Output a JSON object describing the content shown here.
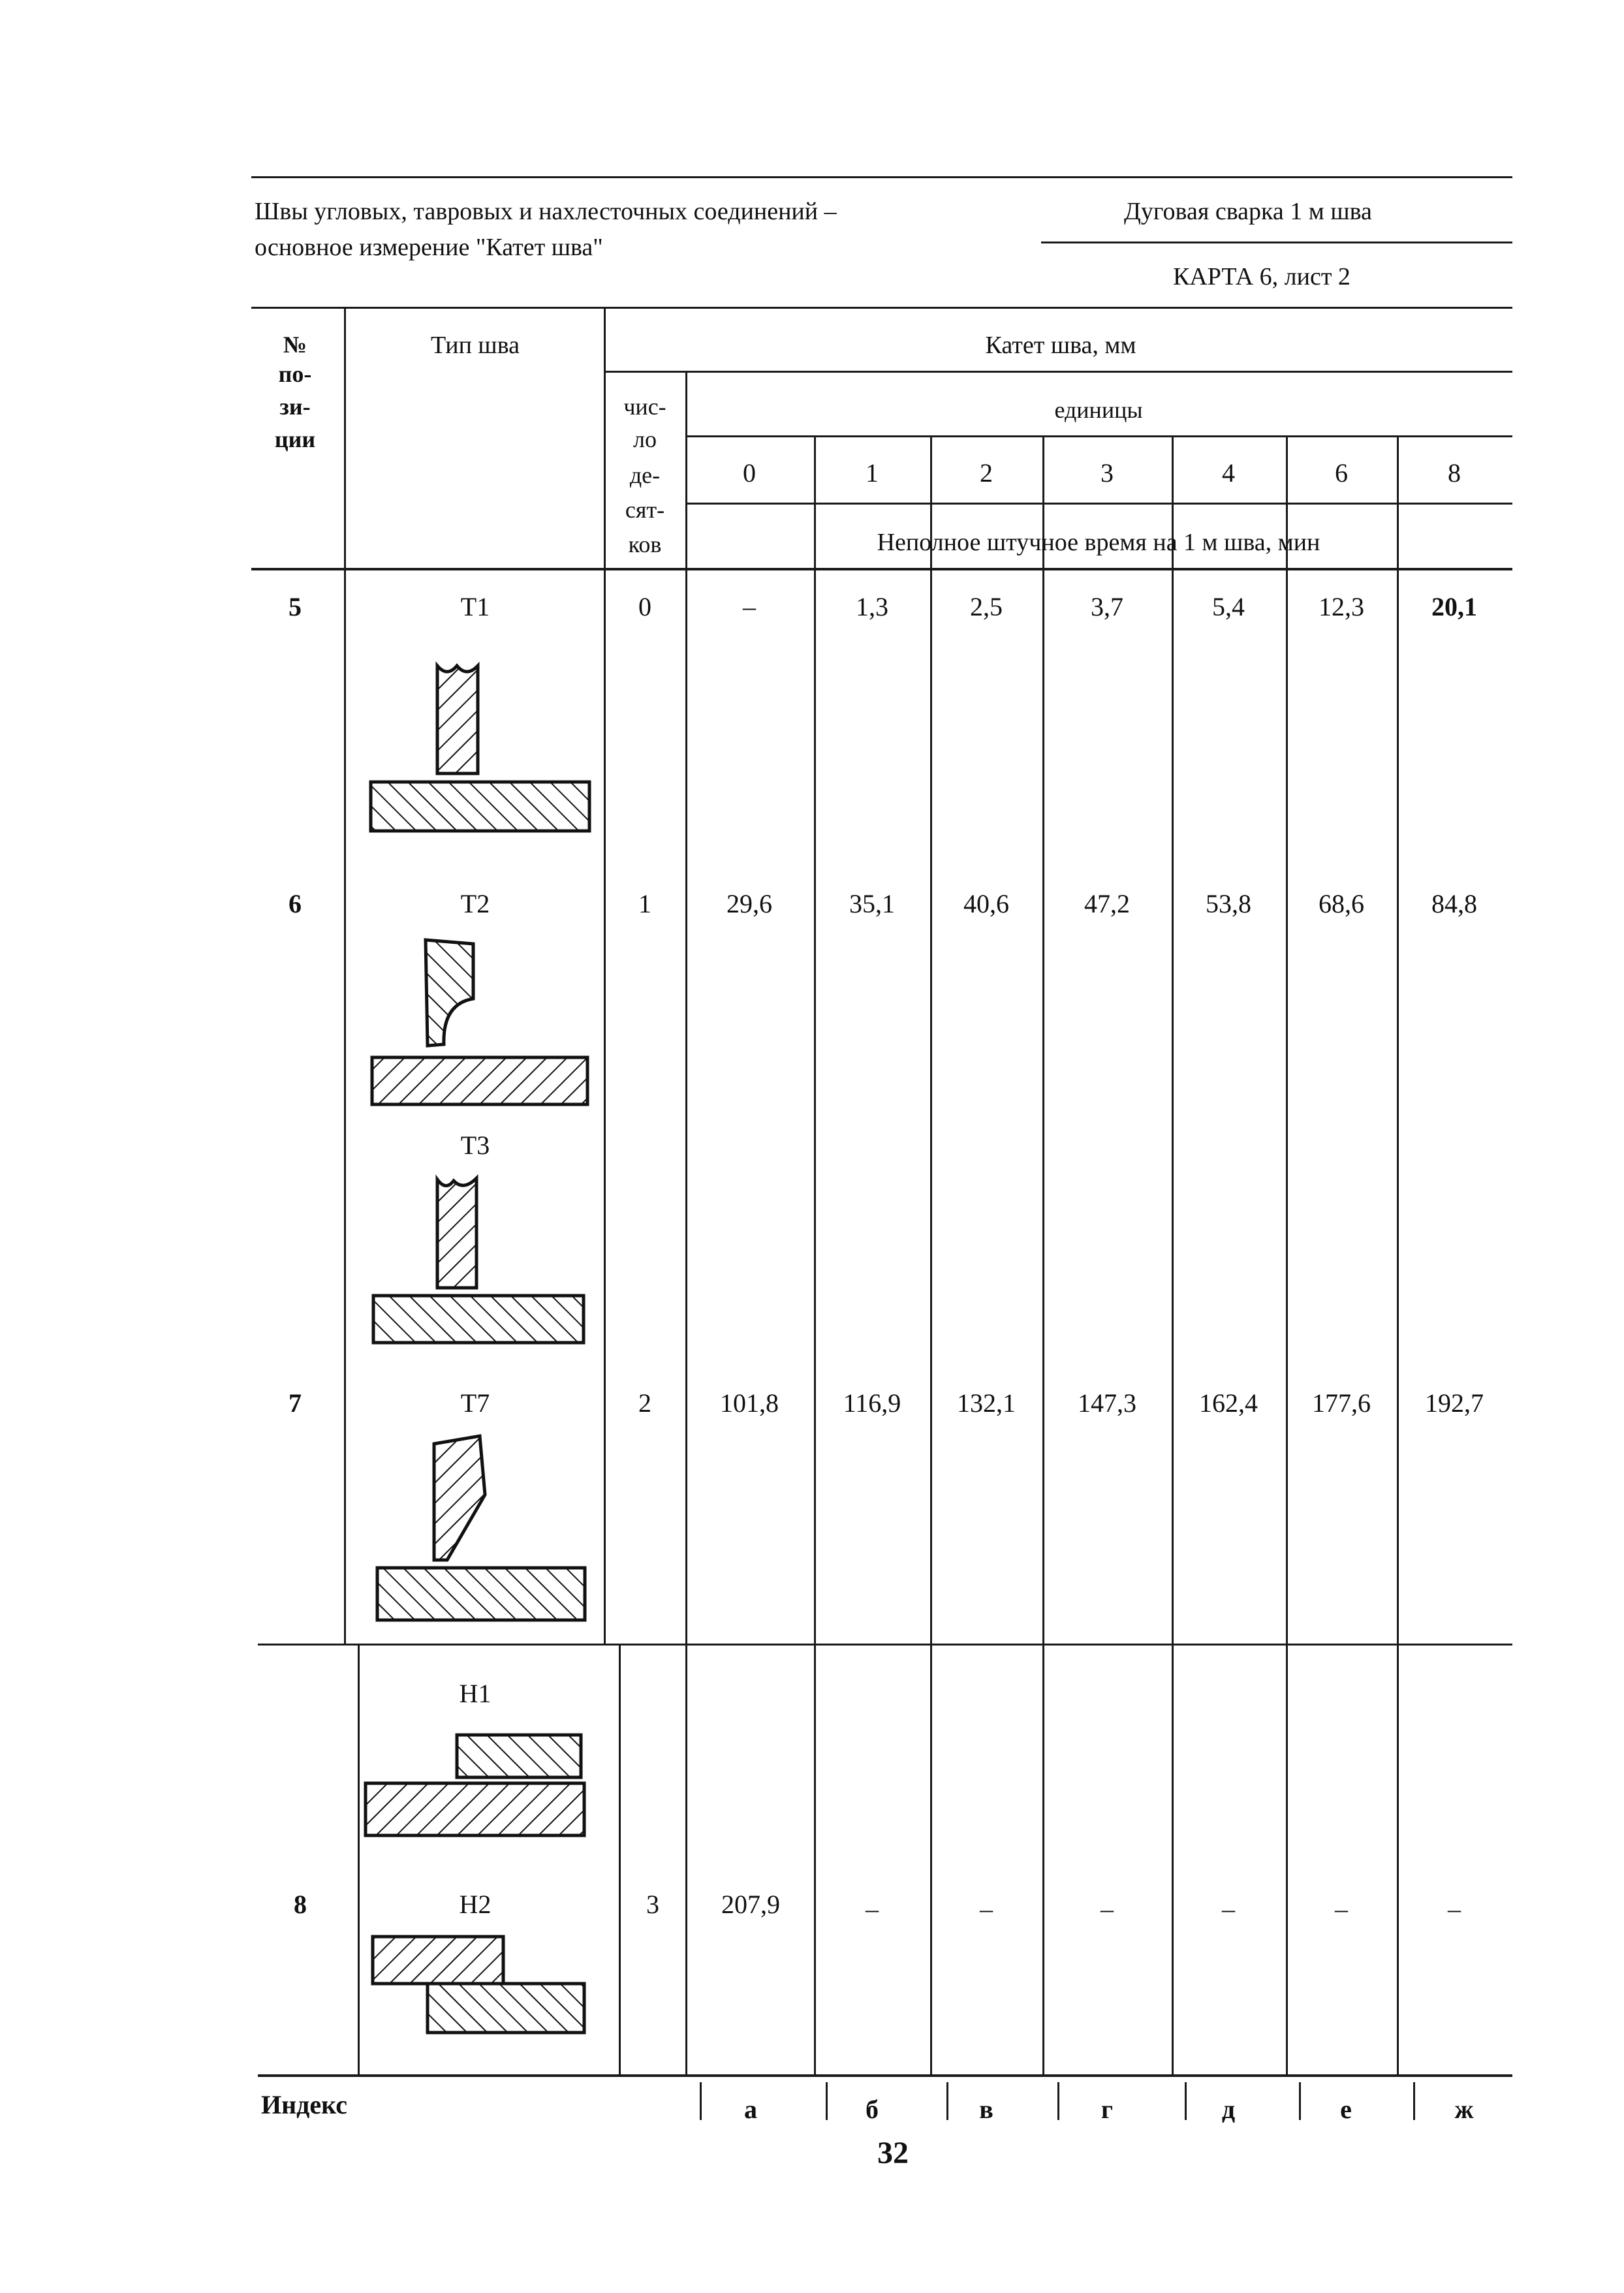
{
  "header": {
    "title_line1": "Швы угловых, тавровых и нахлесточных соединений –",
    "title_line2": "основное измерение \"Катет шва\"",
    "right_title": "Дуговая сварка 1 м шва",
    "card_label": "КАРТА 6, лист 2"
  },
  "table": {
    "col_position_header": [
      "№",
      "по-",
      "зи-",
      "ции"
    ],
    "col_type_header": "Тип шва",
    "katet_header": "Катет шва, мм",
    "tens_header": [
      "чис-",
      "ло",
      "де-",
      "сят-",
      "ков"
    ],
    "units_header": "единицы",
    "unit_columns": [
      "0",
      "1",
      "2",
      "3",
      "4",
      "6",
      "8"
    ],
    "time_header": "Неполное штучное время на 1 м шва, мин",
    "rows": [
      {
        "position": "5",
        "types": [
          "Т1"
        ],
        "tens": "0",
        "values": [
          "–",
          "1,3",
          "2,5",
          "3,7",
          "5,4",
          "12,3",
          "20,1"
        ]
      },
      {
        "position": "6",
        "types": [
          "Т2",
          "Т3"
        ],
        "tens": "1",
        "values": [
          "29,6",
          "35,1",
          "40,6",
          "47,2",
          "53,8",
          "68,6",
          "84,8"
        ]
      },
      {
        "position": "7",
        "types": [
          "Т7"
        ],
        "tens": "2",
        "values": [
          "101,8",
          "116,9",
          "132,1",
          "147,3",
          "162,4",
          "177,6",
          "192,7"
        ]
      },
      {
        "position": "8",
        "types": [
          "Н1",
          "Н2"
        ],
        "tens": "3",
        "values": [
          "207,9",
          "–",
          "–",
          "–",
          "–",
          "–",
          "–"
        ]
      }
    ],
    "index_label": "Индекс",
    "index_letters": [
      "а",
      "б",
      "в",
      "г",
      "д",
      "е",
      "ж"
    ]
  },
  "footer": {
    "page_number": "32"
  }
}
